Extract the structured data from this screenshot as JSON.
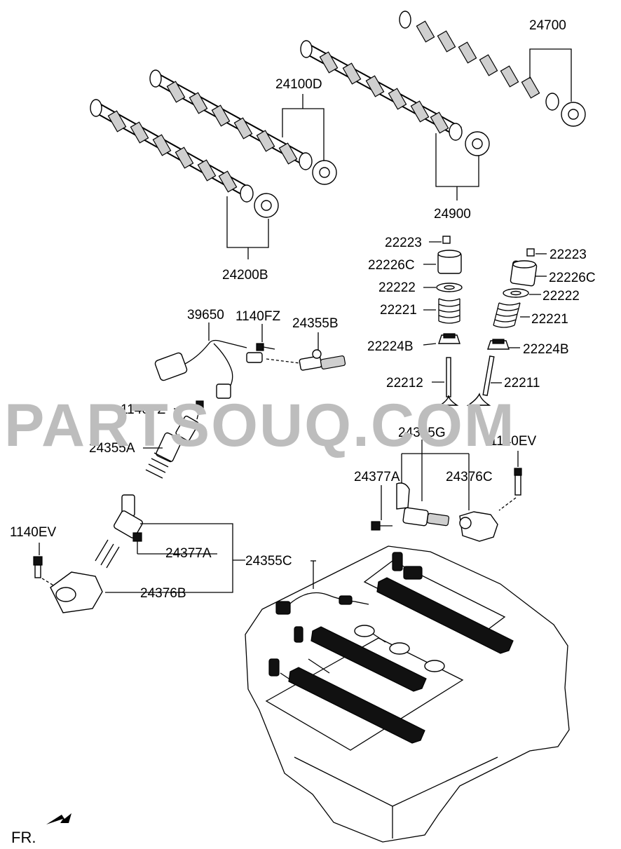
{
  "watermark": "PARTSOUQ.COM",
  "front_marker": "FR.",
  "callouts": {
    "c24700": "24700",
    "c24100D": "24100D",
    "c24900": "24900",
    "c24200B": "24200B",
    "c22223_left": "22223",
    "c22226C_left": "22226C",
    "c22222_left": "22222",
    "c22221_left": "22221",
    "c22224B_left": "22224B",
    "c22212": "22212",
    "c22223_right": "22223",
    "c22226C_right": "22226C",
    "c22222_right": "22222",
    "c22221_right": "22221",
    "c22224B_right": "22224B",
    "c22211": "22211",
    "c39650": "39650",
    "c1140FZ_top": "1140FZ",
    "c24355B": "24355B",
    "c1140FZ_left": "1140FZ",
    "c24355A": "24355A",
    "c24355G": "24355G",
    "c1140EV_right": "1140EV",
    "c24377A_right": "24377A",
    "c24376C": "24376C",
    "c1140EV_left": "1140EV",
    "c24377A_left": "24377A",
    "c24355C": "24355C",
    "c24376B": "24376B"
  }
}
